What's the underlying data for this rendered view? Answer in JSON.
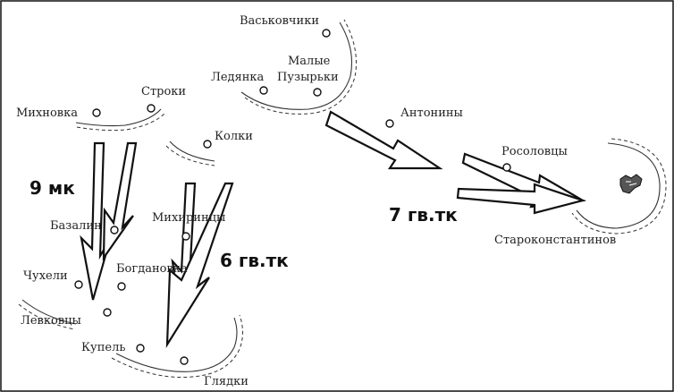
{
  "places": {
    "vaskovchiki": "Васьковчики",
    "malye": "Малые",
    "puzyrki": "Пузырьки",
    "ledyanka": "Ледянка",
    "stroki": "Строки",
    "mikhnovka": "Михновка",
    "kolki": "Колки",
    "antoniny": "Антонины",
    "rosolovtsy": "Росоловцы",
    "starokonstantinov": "Староконстантинов",
    "bazalin": "Базалин",
    "mikhirintsy": "Михиринцы",
    "bogdanovka": "Богдановка",
    "chukheli": "Чухели",
    "levkovtsy": "Левковцы",
    "kupel": "Купель",
    "glyadki": "Глядки"
  },
  "units": {
    "mk9": "9 мк",
    "gvtk6": "6 гв.тк",
    "gvtk7": "7 гв.тк"
  },
  "colors": {
    "ink": "#111111",
    "background": "#ffffff"
  }
}
